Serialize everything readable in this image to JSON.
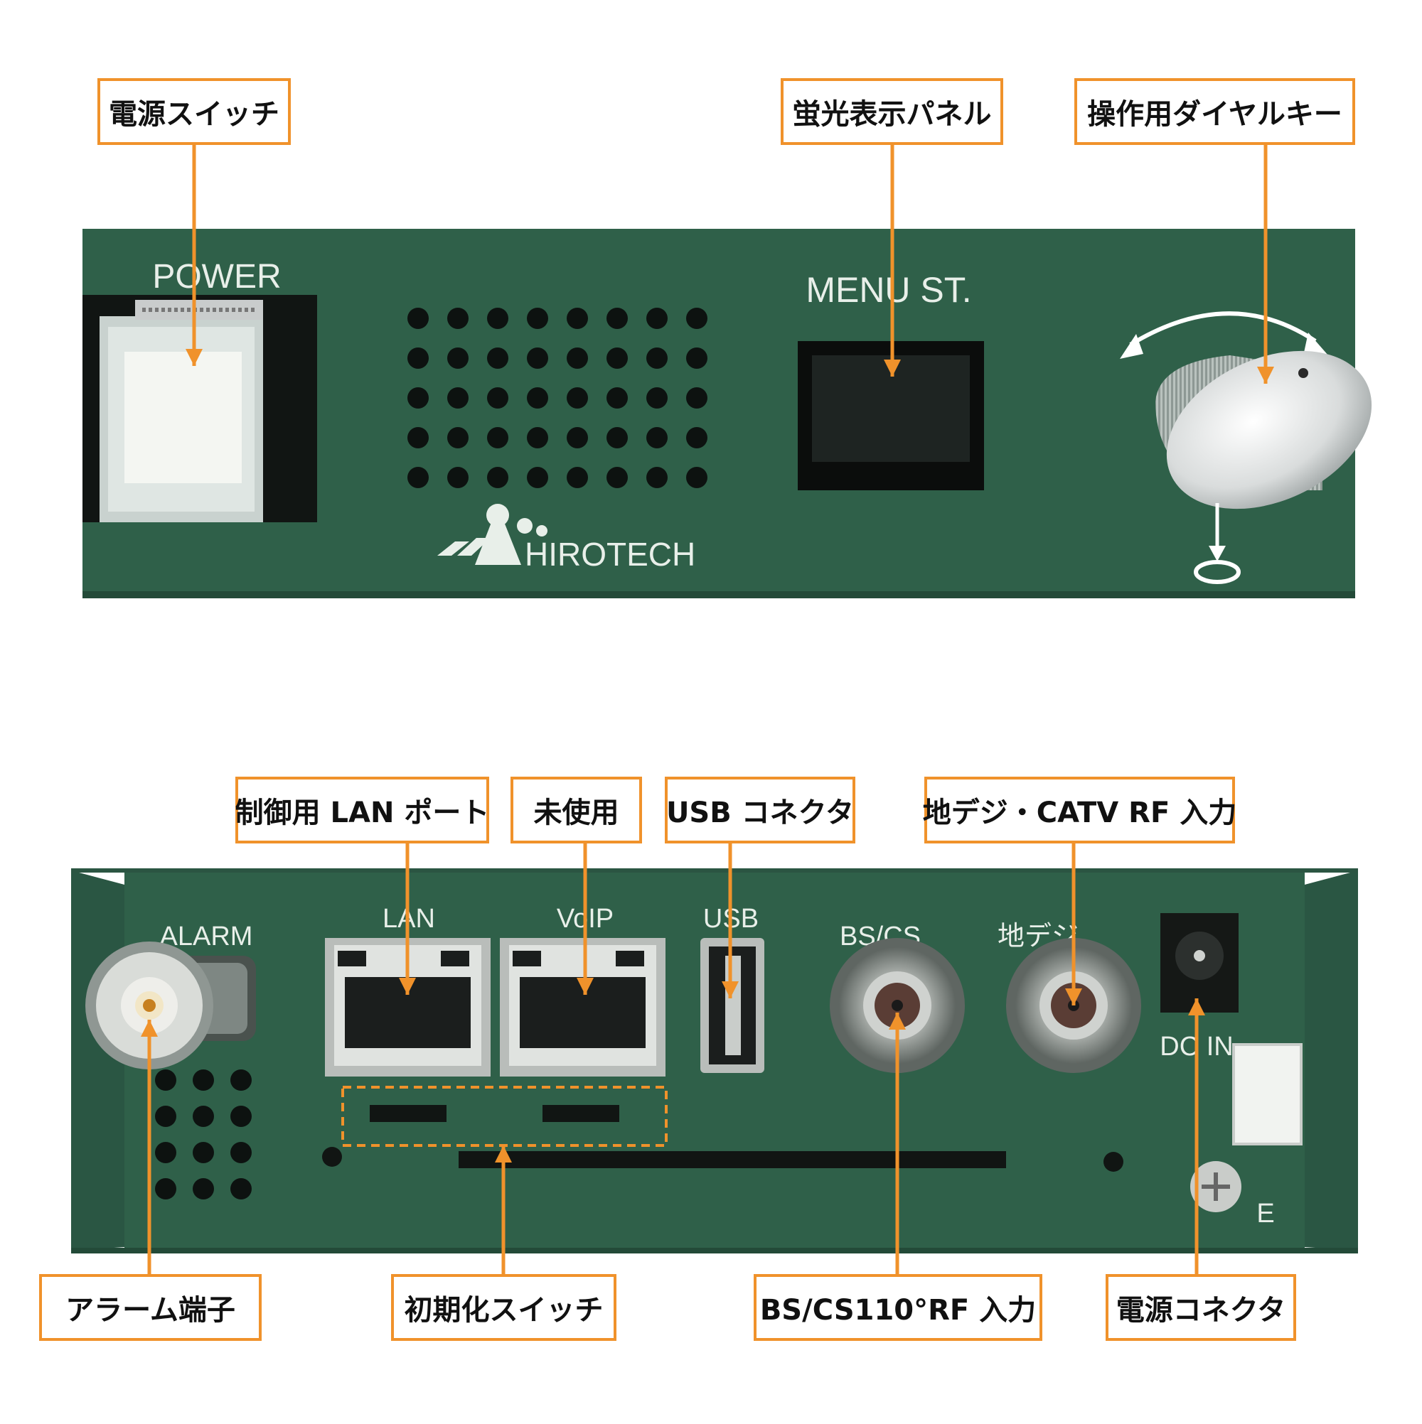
{
  "colors": {
    "panel": "#2f6049",
    "callout_border": "#f0922b",
    "leader": "#f0922b",
    "silk": "#e8efe9"
  },
  "callouts": {
    "power_switch": "電源スイッチ",
    "vfd_panel": "蛍光表示パネル",
    "dial_key": "操作用ダイヤルキー",
    "control_lan": "制御用 LAN ポート",
    "unused": "未使用",
    "usb_connector": "USB コネクタ",
    "terrestrial_rf": "地デジ・CATV RF 入力",
    "alarm_terminal": "アラーム端子",
    "init_switch": "初期化スイッチ",
    "bs_cs_rf": "BS/CS110°RF 入力",
    "power_connector": "電源コネクタ"
  },
  "front_panel": {
    "power_label": "POWER",
    "menu_label": "MENU ST.",
    "brand": "HIROTECH"
  },
  "rear_panel": {
    "alarm": "ALARM",
    "lan": "LAN",
    "voip": "VoIP",
    "usb": "USB",
    "bs_cs": "BS/CS",
    "terrestrial": "地デジ",
    "dc_in": "DC IN",
    "earth": "E"
  }
}
